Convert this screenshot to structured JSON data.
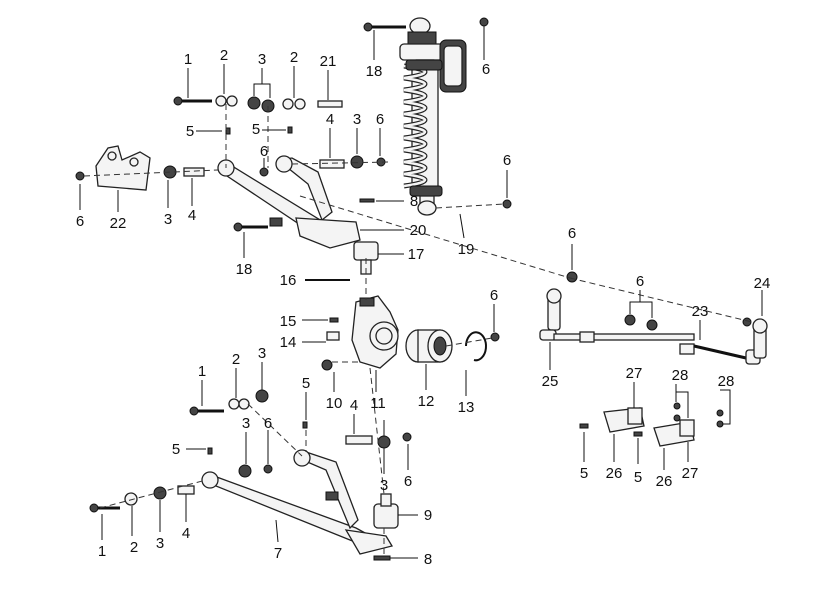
{
  "diagram": {
    "colors": {
      "stroke": "#222222",
      "fill": "#f4f4f4",
      "dark": "#444444",
      "background": "#ffffff"
    },
    "callouts": [
      {
        "id": "c1a",
        "text": "1"
      },
      {
        "id": "c2a",
        "text": "2"
      },
      {
        "id": "c3a",
        "text": "3"
      },
      {
        "id": "c2b",
        "text": "2"
      },
      {
        "id": "c21",
        "text": "21"
      },
      {
        "id": "c18a",
        "text": "18"
      },
      {
        "id": "c6a",
        "text": "6"
      },
      {
        "id": "c5a",
        "text": "5"
      },
      {
        "id": "c5b",
        "text": "5"
      },
      {
        "id": "c4a",
        "text": "4"
      },
      {
        "id": "c3b",
        "text": "3"
      },
      {
        "id": "c6b",
        "text": "6"
      },
      {
        "id": "c6c",
        "text": "6"
      },
      {
        "id": "c6d",
        "text": "6"
      },
      {
        "id": "c6e",
        "text": "6"
      },
      {
        "id": "c22",
        "text": "22"
      },
      {
        "id": "c3c",
        "text": "3"
      },
      {
        "id": "c4b",
        "text": "4"
      },
      {
        "id": "c8a",
        "text": "8"
      },
      {
        "id": "c20",
        "text": "20"
      },
      {
        "id": "c18b",
        "text": "18"
      },
      {
        "id": "c17",
        "text": "17"
      },
      {
        "id": "c19",
        "text": "19"
      },
      {
        "id": "c16",
        "text": "16"
      },
      {
        "id": "c6f",
        "text": "6"
      },
      {
        "id": "c6g",
        "text": "6"
      },
      {
        "id": "c24",
        "text": "24"
      },
      {
        "id": "c15",
        "text": "15"
      },
      {
        "id": "c6h",
        "text": "6"
      },
      {
        "id": "c23",
        "text": "23"
      },
      {
        "id": "c14",
        "text": "14"
      },
      {
        "id": "c25",
        "text": "25"
      },
      {
        "id": "c1b",
        "text": "1"
      },
      {
        "id": "c2c",
        "text": "2"
      },
      {
        "id": "c3d",
        "text": "3"
      },
      {
        "id": "c10",
        "text": "10"
      },
      {
        "id": "c11",
        "text": "11"
      },
      {
        "id": "c12",
        "text": "12"
      },
      {
        "id": "c13",
        "text": "13"
      },
      {
        "id": "c5c",
        "text": "5"
      },
      {
        "id": "c4c",
        "text": "4"
      },
      {
        "id": "c27a",
        "text": "27"
      },
      {
        "id": "c28a",
        "text": "28"
      },
      {
        "id": "c28b",
        "text": "28"
      },
      {
        "id": "c5d",
        "text": "5"
      },
      {
        "id": "c3e",
        "text": "3"
      },
      {
        "id": "c6i",
        "text": "6"
      },
      {
        "id": "c6j",
        "text": "6"
      },
      {
        "id": "c3f",
        "text": "3"
      },
      {
        "id": "c5e",
        "text": "5"
      },
      {
        "id": "c26a",
        "text": "26"
      },
      {
        "id": "c5f",
        "text": "5"
      },
      {
        "id": "c26b",
        "text": "26"
      },
      {
        "id": "c27b",
        "text": "27"
      },
      {
        "id": "c9",
        "text": "9"
      },
      {
        "id": "c1c",
        "text": "1"
      },
      {
        "id": "c2d",
        "text": "2"
      },
      {
        "id": "c3g",
        "text": "3"
      },
      {
        "id": "c4d",
        "text": "4"
      },
      {
        "id": "c7",
        "text": "7"
      },
      {
        "id": "c8b",
        "text": "8"
      }
    ]
  }
}
